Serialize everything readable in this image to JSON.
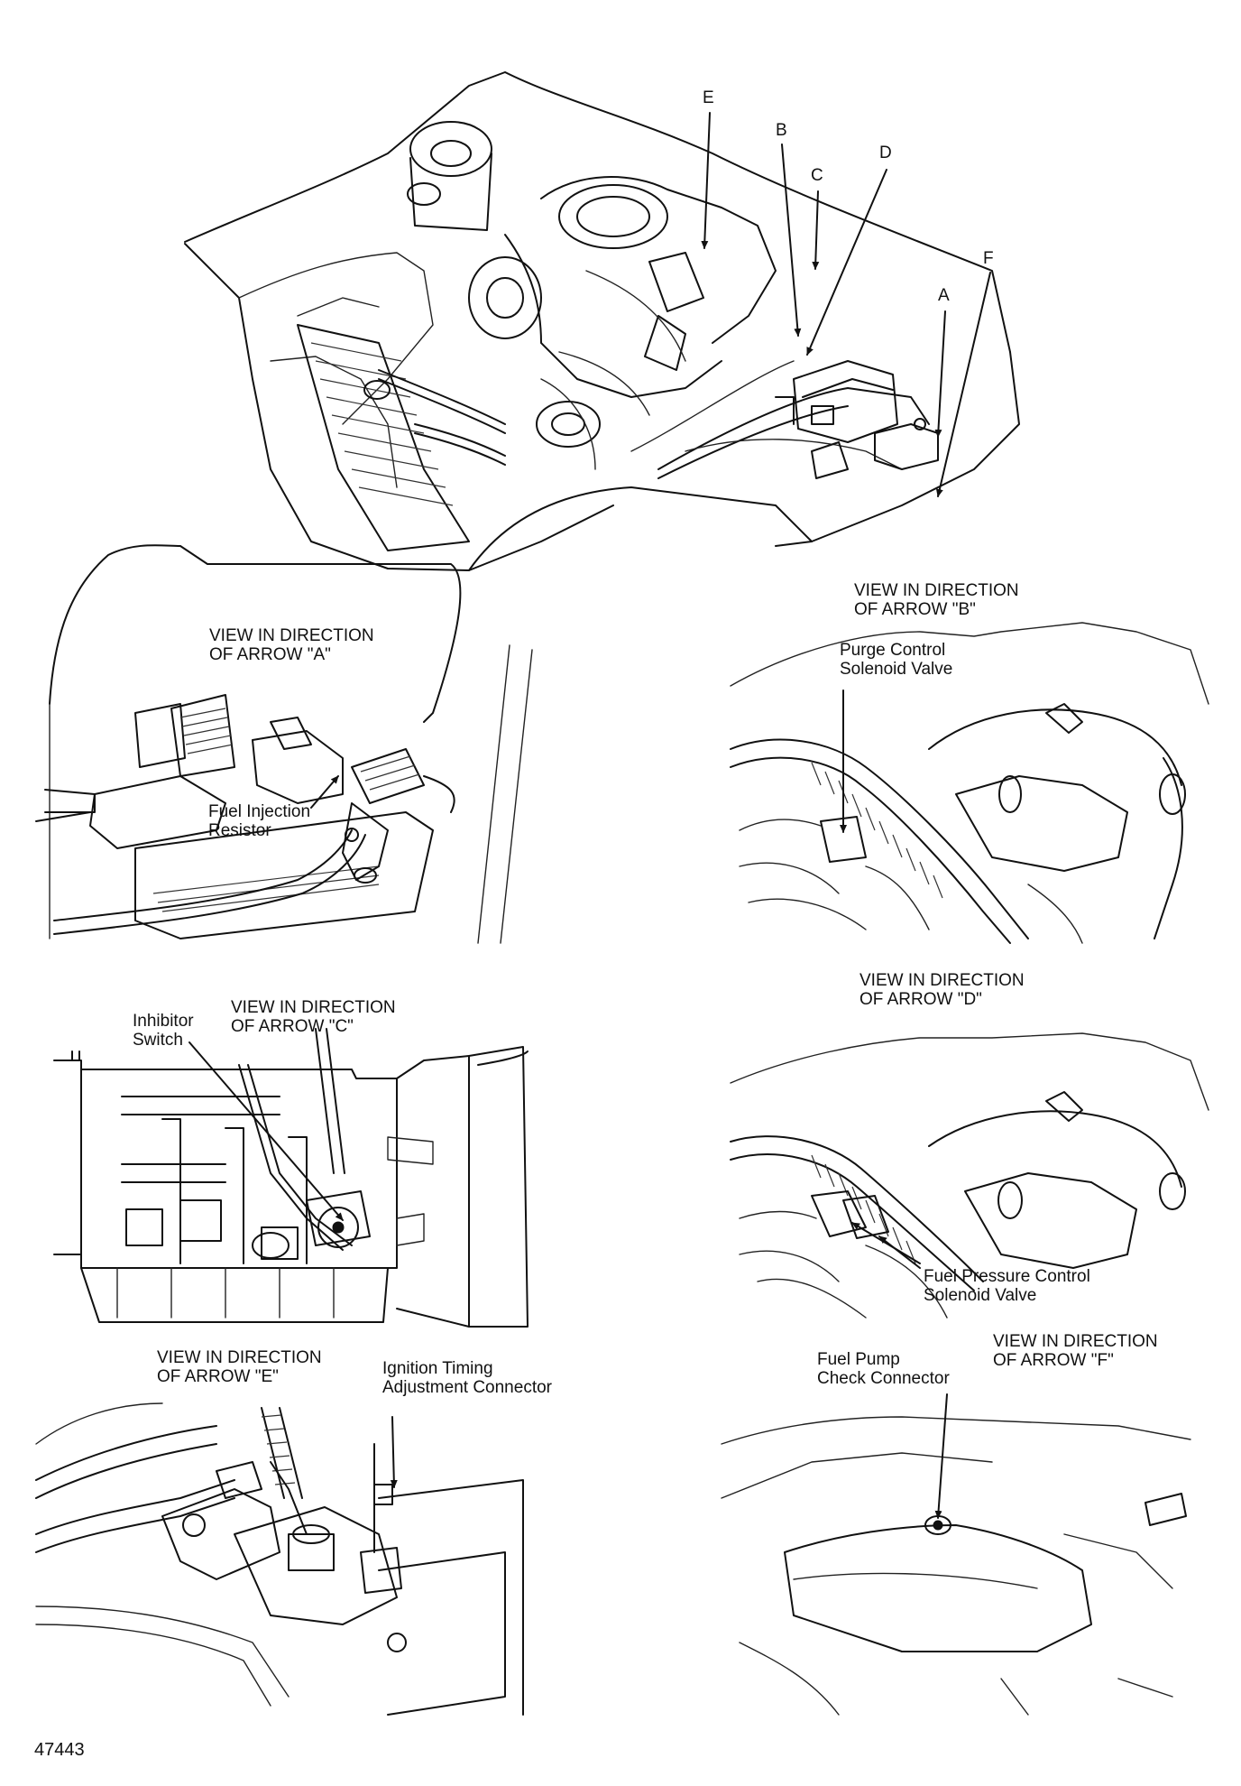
{
  "figure": {
    "figure_number": "47443"
  },
  "overview": {
    "arrow_letters": [
      "E",
      "B",
      "C",
      "D",
      "A",
      "F"
    ]
  },
  "views": {
    "a": {
      "title_line1": "VIEW IN DIRECTION",
      "title_line2": "OF ARROW \"A\"",
      "callouts": [
        {
          "line1": "Fuel Injection",
          "line2": "Resistor"
        }
      ]
    },
    "b": {
      "title_line1": "VIEW IN DIRECTION",
      "title_line2": "OF ARROW \"B\"",
      "callouts": [
        {
          "line1": "Purge Control",
          "line2": "Solenoid Valve"
        }
      ]
    },
    "c": {
      "title_line1": "VIEW IN DIRECTION",
      "title_line2": "OF ARROW \"C\"",
      "callouts": [
        {
          "line1": "Inhibitor",
          "line2": "Switch"
        }
      ]
    },
    "d": {
      "title_line1": "VIEW IN DIRECTION",
      "title_line2": "OF ARROW \"D\"",
      "callouts": [
        {
          "line1": "Fuel Pressure Control",
          "line2": "Solenoid Valve"
        }
      ]
    },
    "e": {
      "title_line1": "VIEW IN DIRECTION",
      "title_line2": "OF ARROW \"E\"",
      "callouts": [
        {
          "line1": "Ignition Timing",
          "line2": "Adjustment Connector"
        }
      ]
    },
    "f": {
      "title_line1": "VIEW IN DIRECTION",
      "title_line2": "OF ARROW \"F\"",
      "callouts": [
        {
          "line1": "Fuel Pump",
          "line2": "Check Connector"
        }
      ]
    }
  },
  "colors": {
    "ink": "#111111",
    "paper": "#ffffff"
  }
}
